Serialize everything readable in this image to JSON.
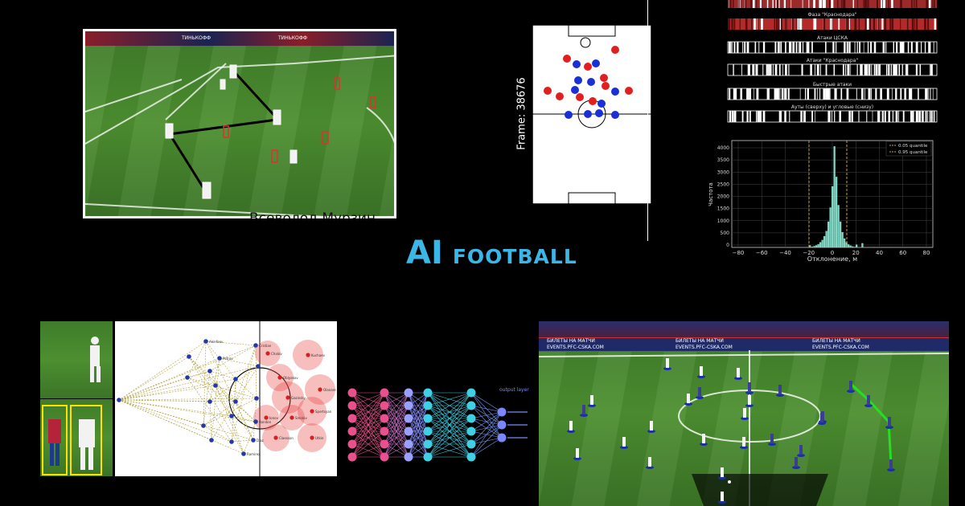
{
  "title": {
    "ai": "AI",
    "word": "FOOTBALL"
  },
  "caption_cut": "Всеволод Мурзин",
  "frame_label": "Frame: 38676",
  "strip_labels": [
    "Фаза \"Краснодара\"",
    "Атаки ЦСКА",
    "Атаки \"Краснодара\"",
    "Быстрые атаки",
    "Ауты (сверху) и угловые (снизу)"
  ],
  "banners": {
    "top_left": "ТИНЬКОФФ",
    "bottom_right": [
      "БИЛЕТЫ НА МАТЧИ",
      "EVENTS.PFC-CSKA.COM"
    ]
  },
  "histogram": {
    "ylabel": "Частота",
    "xlabel": "Отклонение, м",
    "x_ticks": [
      "−80",
      "−60",
      "−40",
      "−20",
      "0",
      "20",
      "40",
      "60",
      "80"
    ],
    "y_ticks": [
      "0",
      "500",
      "1000",
      "1500",
      "2000",
      "2500",
      "3000",
      "3500",
      "4000"
    ],
    "legend": [
      "0.05 quantile",
      "0.95 quantile"
    ]
  },
  "network_labels": [
    "Akinfeev",
    "Cristian",
    "Rondon",
    "Diaz",
    "Chalov",
    "Kuchaev",
    "Oblyakov",
    "Olanare",
    "Gazinsky",
    "Spertsyan",
    "Smolov",
    "Ionov",
    "Utkin",
    "Claesson",
    "Ramirez",
    "Petrov"
  ],
  "nn_output_label": "output layer",
  "colors": {
    "accent": "#3bb6e6",
    "red_team": "#e02020",
    "blue_team": "#1a2fd6",
    "histogram": "#7fd7c4"
  }
}
